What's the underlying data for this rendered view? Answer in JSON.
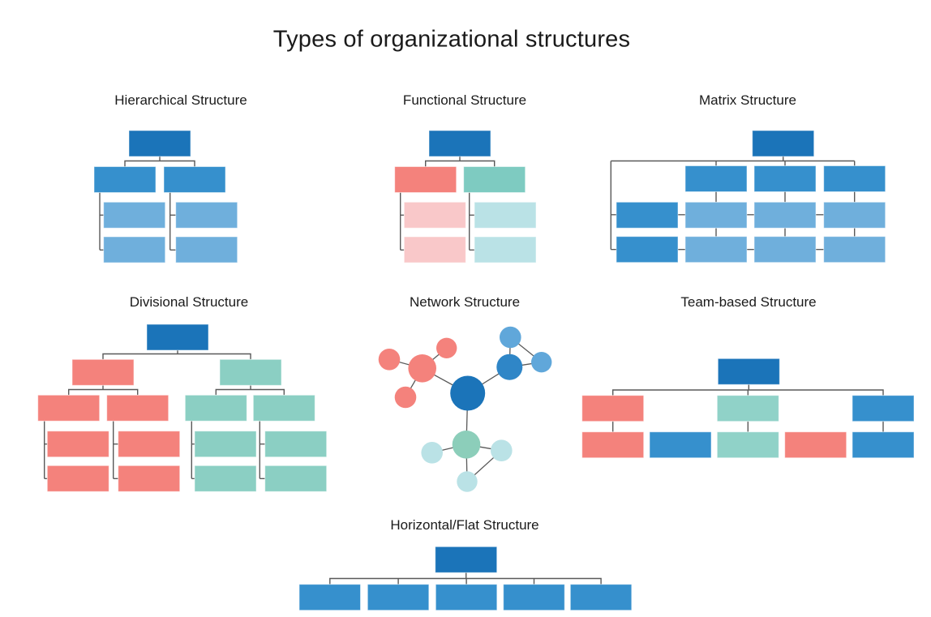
{
  "page_title": "Types of organizational structures",
  "panels": [
    {
      "id": "hierarchical",
      "title": "Hierarchical Structure"
    },
    {
      "id": "functional",
      "title": "Functional Structure"
    },
    {
      "id": "matrix",
      "title": "Matrix Structure"
    },
    {
      "id": "divisional",
      "title": "Divisional Structure"
    },
    {
      "id": "network",
      "title": "Network Structure"
    },
    {
      "id": "team_based",
      "title": "Team-based Structure"
    },
    {
      "id": "horizontal_flat",
      "title": "Horizontal/Flat Structure"
    }
  ],
  "palette": {
    "dark_blue": "#1B74B9",
    "medium_blue": "#3690CD",
    "light_blue": "#6FAFDC",
    "circle_blue": "#2F86C7",
    "circle_blue_light": "#60A7DA",
    "salmon": "#F4827C",
    "light_pink": "#F9C8C9",
    "teal": "#7ECBC1",
    "teal_divisional": "#8BCFC3",
    "teal_team": "#90D2C8",
    "network_green": "#8CCEBA",
    "light_cyan": "#BAE2E6",
    "connector_gray": "#595959"
  }
}
